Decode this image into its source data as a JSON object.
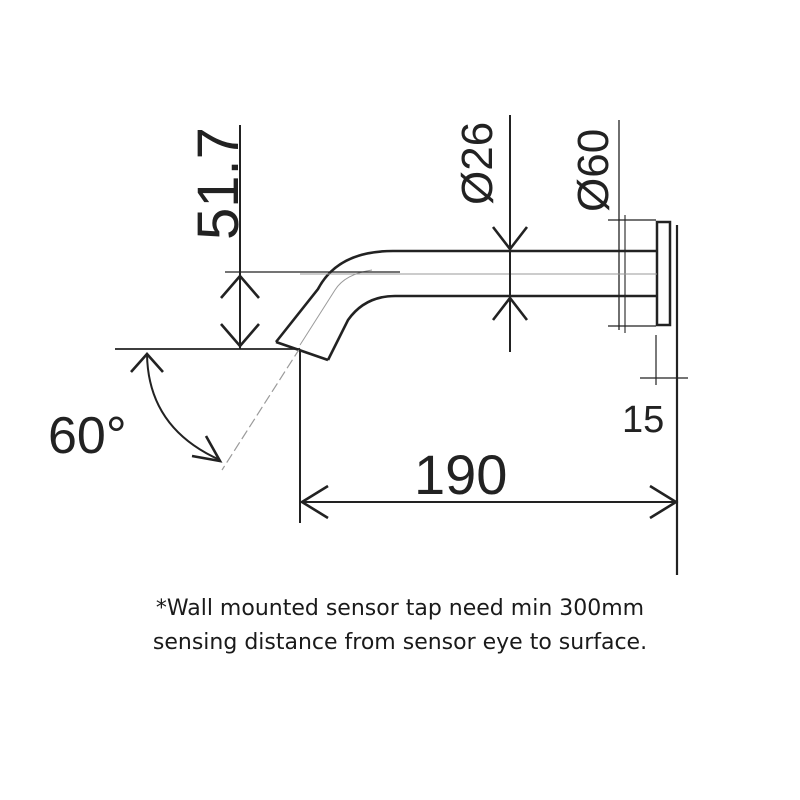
{
  "drawing": {
    "dim_height": "51.7",
    "dim_outlet_diameter": "Ø26",
    "dim_flange_diameter": "Ø60",
    "dim_flange_thickness": "15",
    "dim_length": "190",
    "dim_angle": "60°"
  },
  "note": {
    "line1": "*Wall mounted sensor tap need min 300mm",
    "line2": "sensing distance from sensor eye to surface."
  },
  "colors": {
    "line": "#222222",
    "centerline": "#9a9a9a",
    "background": "#ffffff"
  }
}
